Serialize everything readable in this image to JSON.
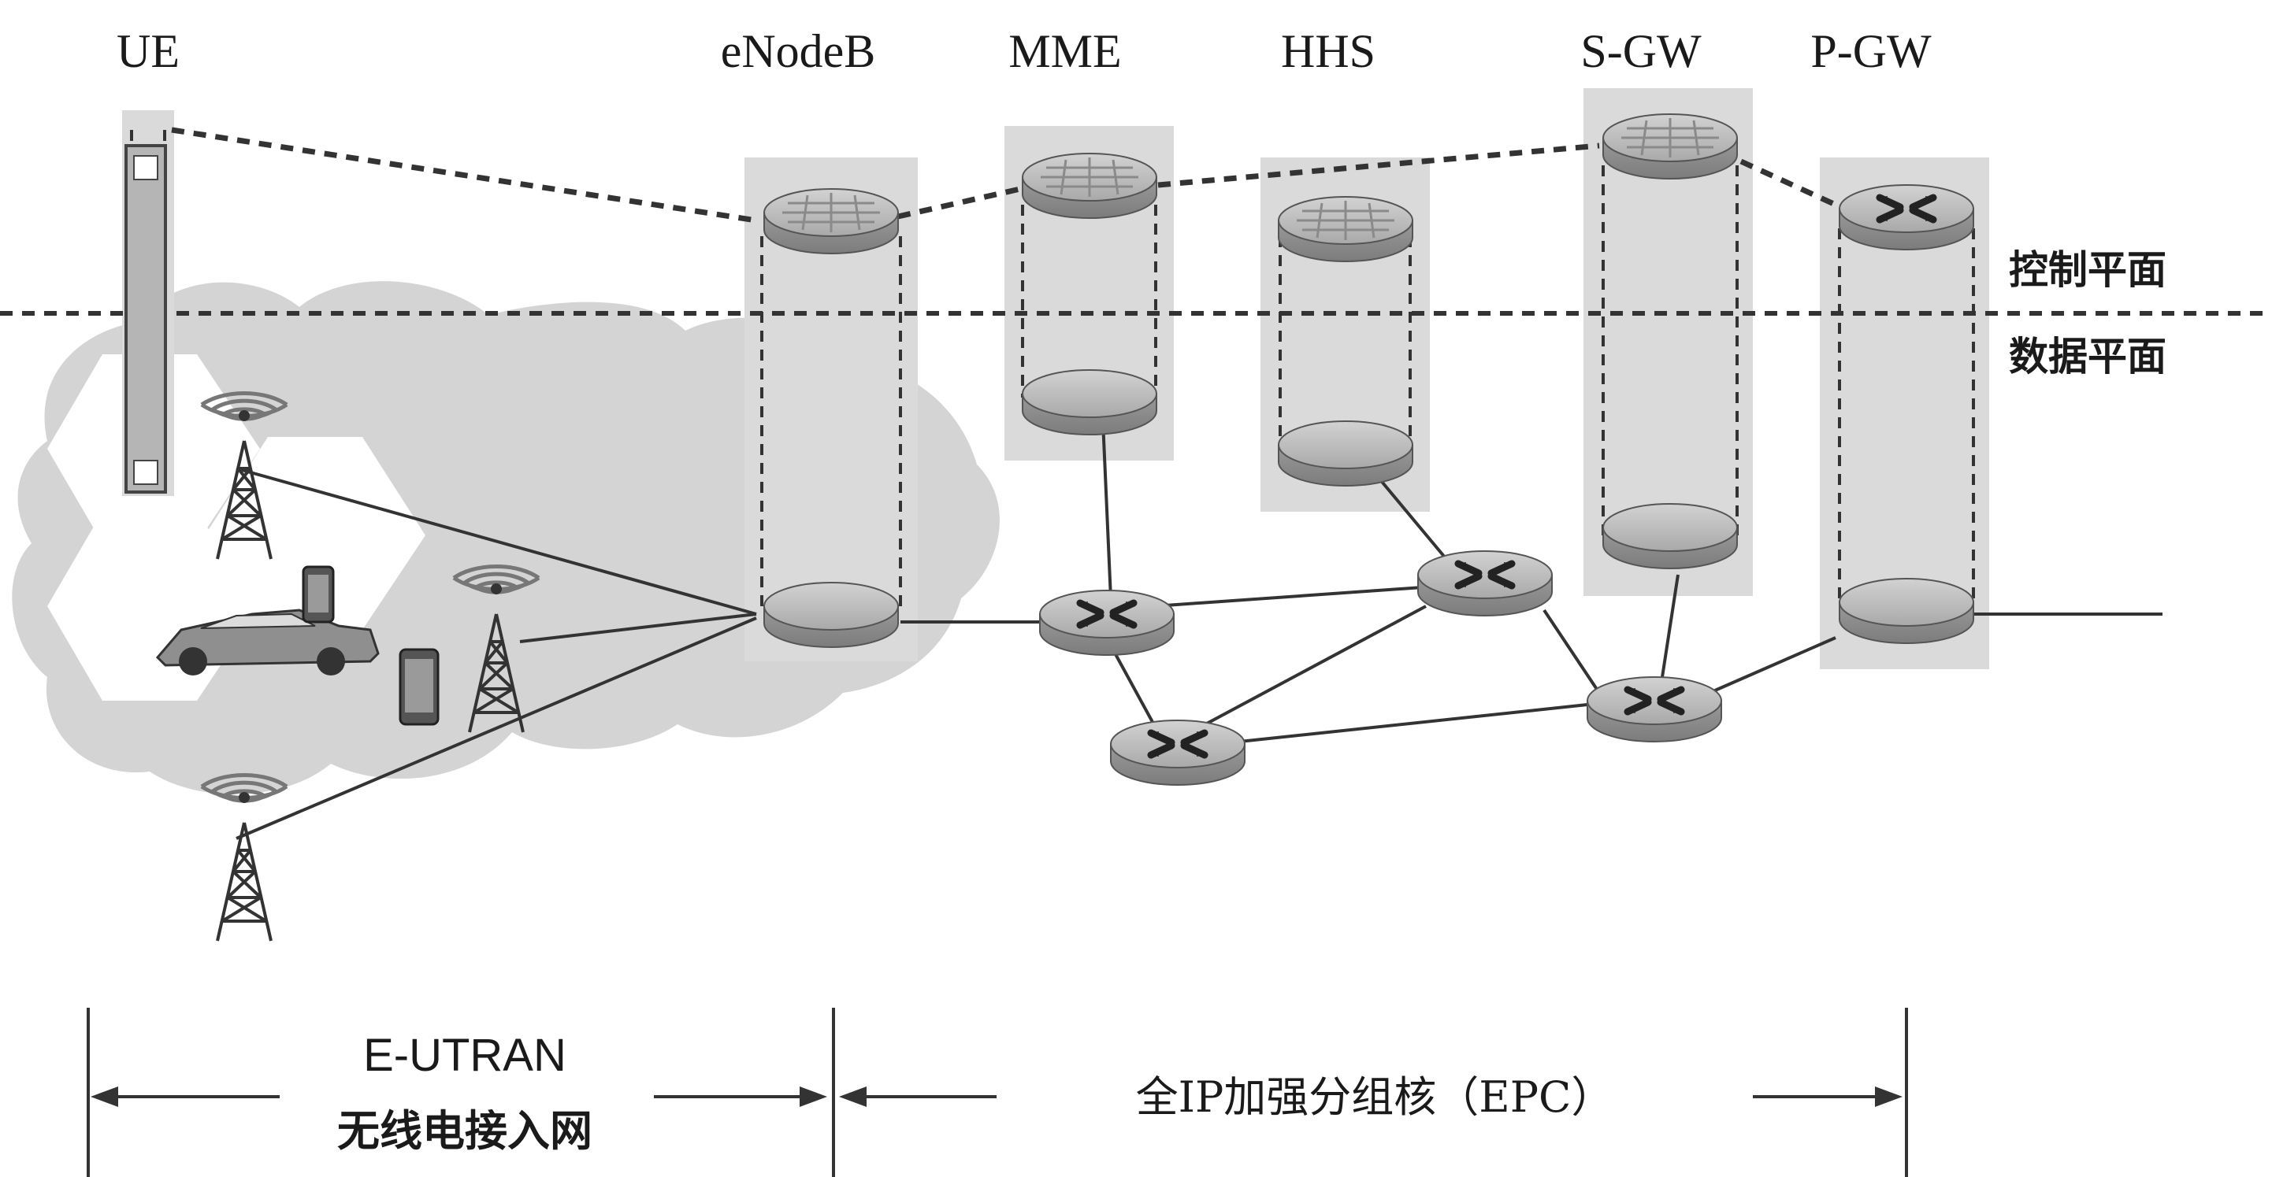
{
  "nodes": {
    "ue": "UE",
    "enodeb": "eNodeB",
    "mme": "MME",
    "hhs": "HHS",
    "sgw": "S-GW",
    "pgw": "P-GW"
  },
  "planes": {
    "control": "控制平面",
    "data": "数据平面"
  },
  "footer": {
    "eutran_title": "E-UTRAN",
    "eutran_subtitle": "无线电接入网",
    "epc": "全IP加强分组核（EPC）"
  },
  "colors": {
    "cloud": "#d4d4d4",
    "column": "#dadada",
    "router_top": "#b8b8b8",
    "router_side": "#8f8f8f",
    "line": "#333333"
  }
}
